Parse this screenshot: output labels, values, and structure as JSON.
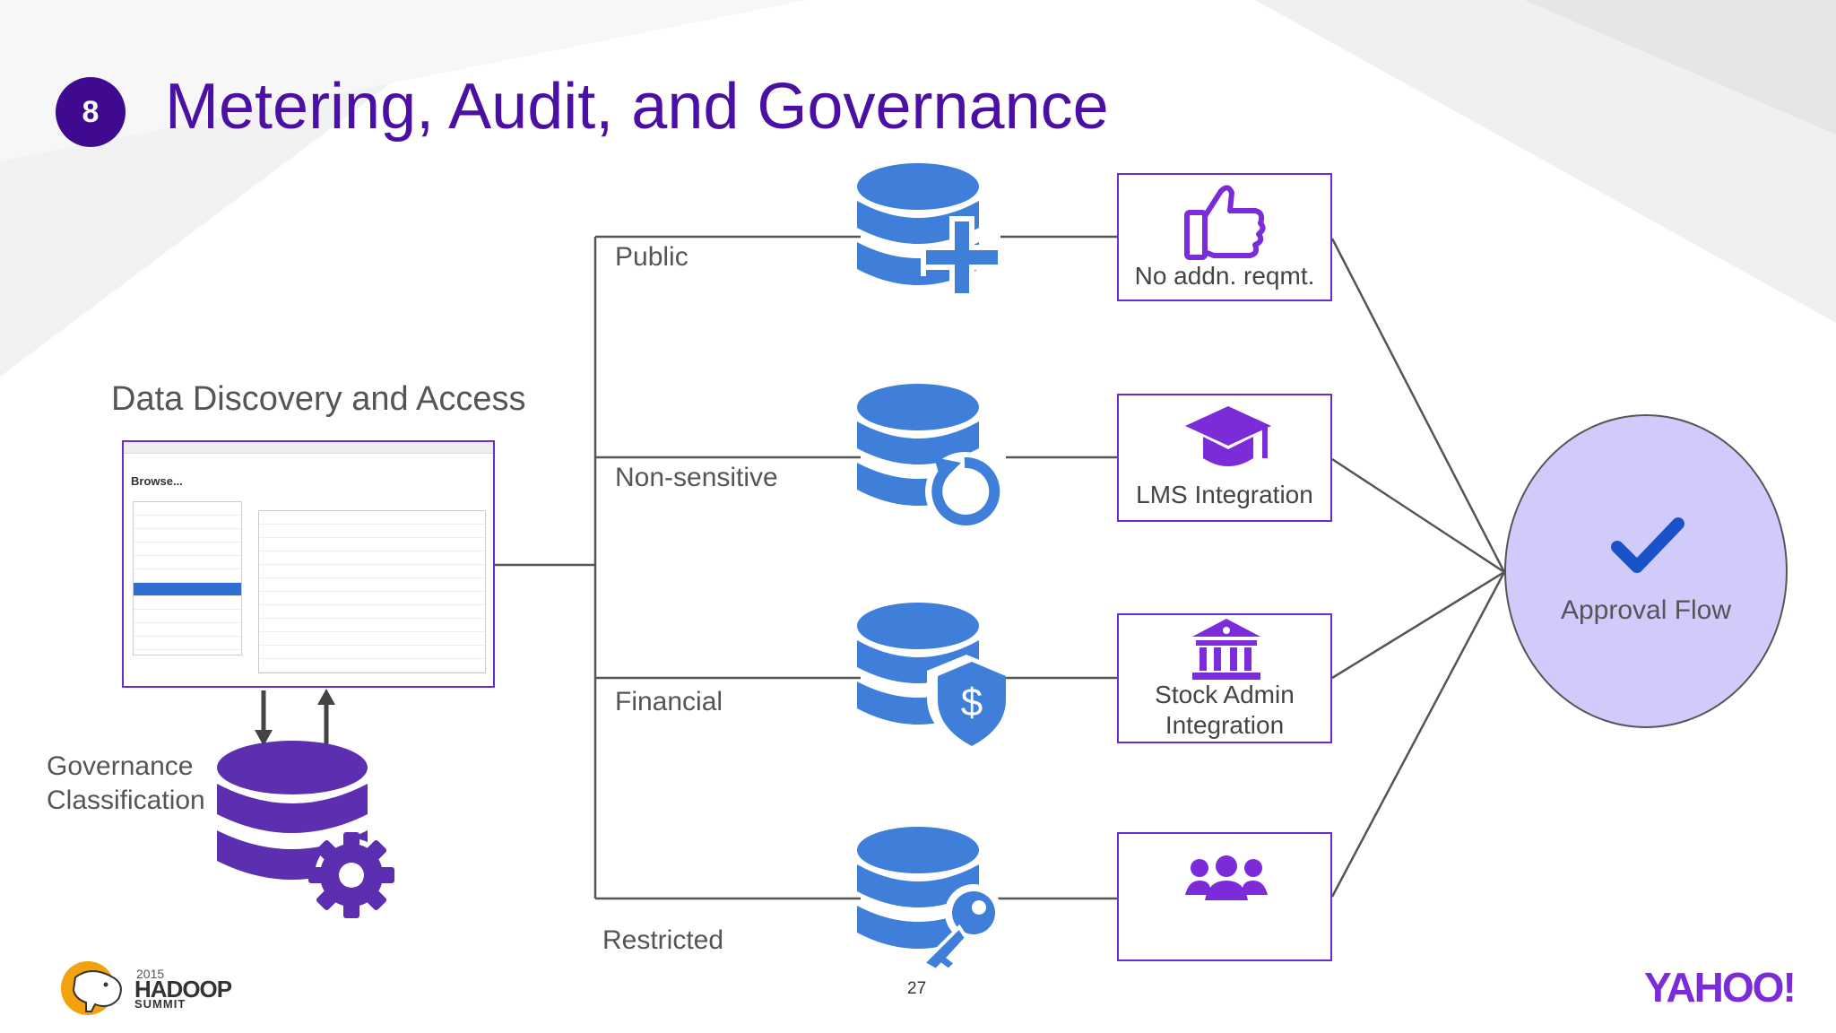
{
  "slide": {
    "number_badge": "8",
    "title": "Metering, Audit, and Governance",
    "page_number": "27"
  },
  "left": {
    "discovery_label": "Data Discovery and Access",
    "screenshot_heading": "Browse...",
    "governance_label_line1": "Governance",
    "governance_label_line2": "Classification"
  },
  "branches": [
    {
      "label": "Public",
      "icon": "database-plus-icon"
    },
    {
      "label": "Non-sensitive",
      "icon": "database-refresh-icon"
    },
    {
      "label": "Financial",
      "icon": "database-shield-dollar-icon"
    },
    {
      "label": "Restricted",
      "icon": "database-key-icon"
    }
  ],
  "requirements": [
    {
      "icon": "thumbs-up-icon",
      "line1": "No addn. reqmt.",
      "line2": ""
    },
    {
      "icon": "graduation-cap-icon",
      "line1": "LMS Integration",
      "line2": ""
    },
    {
      "icon": "bank-icon",
      "line1": "Stock Admin",
      "line2": "Integration"
    },
    {
      "icon": "group-icon",
      "line1": "",
      "line2": ""
    }
  ],
  "approval": {
    "label": "Approval Flow",
    "icon": "checkmark-icon"
  },
  "branding": {
    "hadoop_year": "2015",
    "hadoop_title": "HADOOP",
    "hadoop_sub": "SUMMIT",
    "yahoo": "YAHOO!"
  },
  "colors": {
    "title": "#4b0fa3",
    "db_blue": "#3f7fd9",
    "db_purple": "#5b2fb0",
    "accent_purple": "#6a2bd1",
    "approval_fill": "#d0cbfb"
  }
}
